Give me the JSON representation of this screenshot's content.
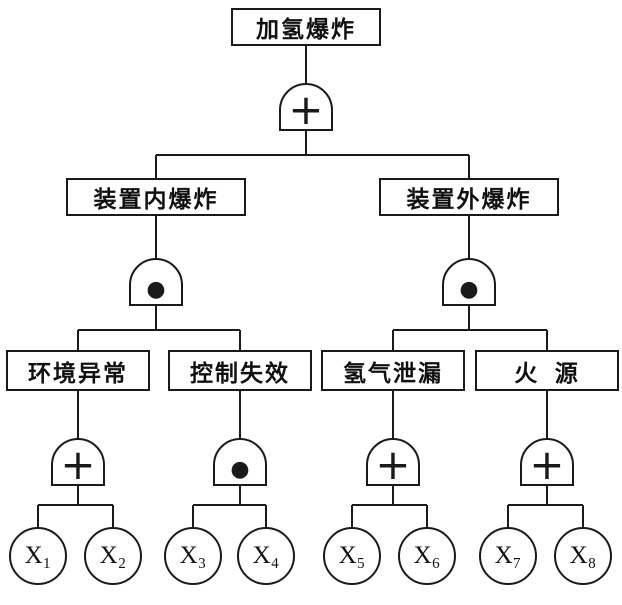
{
  "diagram": {
    "top_event": "加氢爆炸",
    "branch_left": "装置内爆炸",
    "branch_right": "装置外爆炸",
    "sub_events": {
      "env": "环境异常",
      "control": "控制失效",
      "leak": "氢气泄漏",
      "fire": "火  源"
    },
    "basic_events": [
      "X₁",
      "X₂",
      "X₃",
      "X₄",
      "X₅",
      "X₆",
      "X₇",
      "X₈"
    ],
    "gates": [
      {
        "id": "top",
        "type": "or",
        "symbol": "+"
      },
      {
        "id": "inner-explosion",
        "type": "and",
        "symbol": "●"
      },
      {
        "id": "outer-explosion",
        "type": "and",
        "symbol": "●"
      },
      {
        "id": "env-abnormal",
        "type": "or",
        "symbol": "+"
      },
      {
        "id": "control-failure",
        "type": "and",
        "symbol": "●"
      },
      {
        "id": "hydrogen-leak",
        "type": "or",
        "symbol": "+"
      },
      {
        "id": "fire-source",
        "type": "or",
        "symbol": "+"
      }
    ],
    "colors": {
      "line": "#1a1a1a",
      "background": "#ffffff"
    }
  }
}
